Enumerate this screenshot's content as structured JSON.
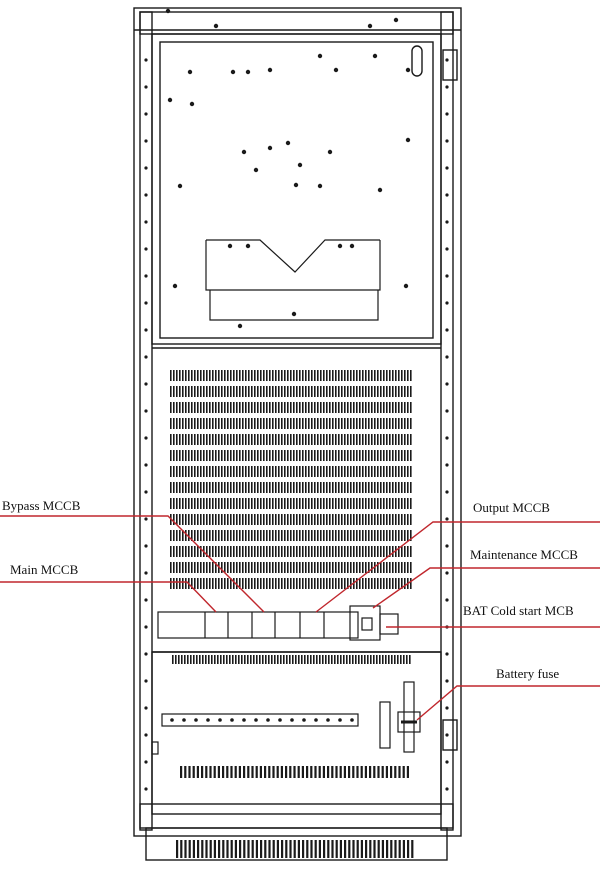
{
  "labels": {
    "bypass_mccb": "Bypass MCCB",
    "main_mccb": "Main MCCB",
    "output_mccb": "Output MCCB",
    "maintenance_mccb": "Maintenance MCCB",
    "bat_cold_start_mcb": "BAT Cold start MCB",
    "battery_fuse": "Battery fuse"
  },
  "colors": {
    "outline": "#1a1a1a",
    "callout_line": "#c0272d",
    "background": "#ffffff"
  }
}
